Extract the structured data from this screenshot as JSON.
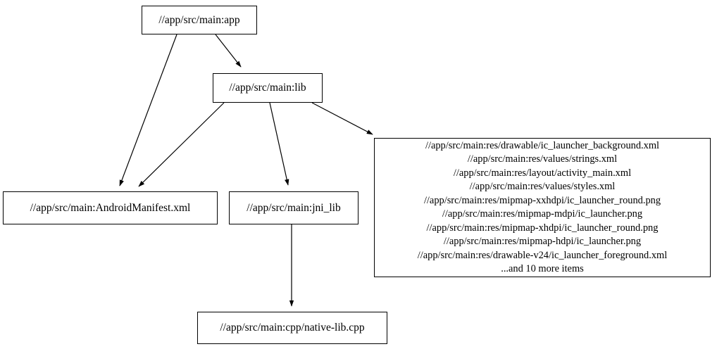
{
  "graph": {
    "type": "directed-dependency-graph",
    "nodes": [
      {
        "id": "app",
        "label": "//app/src/main:app"
      },
      {
        "id": "lib",
        "label": "//app/src/main:lib"
      },
      {
        "id": "manifest",
        "label": "//app/src/main:AndroidManifest.xml"
      },
      {
        "id": "jni_lib",
        "label": "//app/src/main:jni_lib"
      },
      {
        "id": "res_group",
        "label": "//app/src/main:res/drawable/ic_launcher_background.xml\n//app/src/main:res/values/strings.xml\n//app/src/main:res/layout/activity_main.xml\n//app/src/main:res/values/styles.xml\n//app/src/main:res/mipmap-xxhdpi/ic_launcher_round.png\n//app/src/main:res/mipmap-mdpi/ic_launcher.png\n//app/src/main:res/mipmap-xhdpi/ic_launcher_round.png\n//app/src/main:res/mipmap-hdpi/ic_launcher.png\n//app/src/main:res/drawable-v24/ic_launcher_foreground.xml\n...and 10 more items",
        "lines": [
          "//app/src/main:res/drawable/ic_launcher_background.xml",
          "//app/src/main:res/values/strings.xml",
          "//app/src/main:res/layout/activity_main.xml",
          "//app/src/main:res/values/styles.xml",
          "//app/src/main:res/mipmap-xxhdpi/ic_launcher_round.png",
          "//app/src/main:res/mipmap-mdpi/ic_launcher.png",
          "//app/src/main:res/mipmap-xhdpi/ic_launcher_round.png",
          "//app/src/main:res/mipmap-hdpi/ic_launcher.png",
          "//app/src/main:res/drawable-v24/ic_launcher_foreground.xml",
          "...and 10 more items"
        ]
      },
      {
        "id": "native_lib",
        "label": "//app/src/main:cpp/native-lib.cpp"
      }
    ],
    "edges": [
      {
        "from": "app",
        "to": "lib"
      },
      {
        "from": "app",
        "to": "manifest"
      },
      {
        "from": "lib",
        "to": "manifest"
      },
      {
        "from": "lib",
        "to": "jni_lib"
      },
      {
        "from": "lib",
        "to": "res_group"
      },
      {
        "from": "jni_lib",
        "to": "native_lib"
      }
    ],
    "style": {
      "background": "#ffffff",
      "node_fill": "#ffffff",
      "node_stroke": "#000000",
      "edge_stroke": "#000000",
      "text_color": "#000000"
    }
  }
}
